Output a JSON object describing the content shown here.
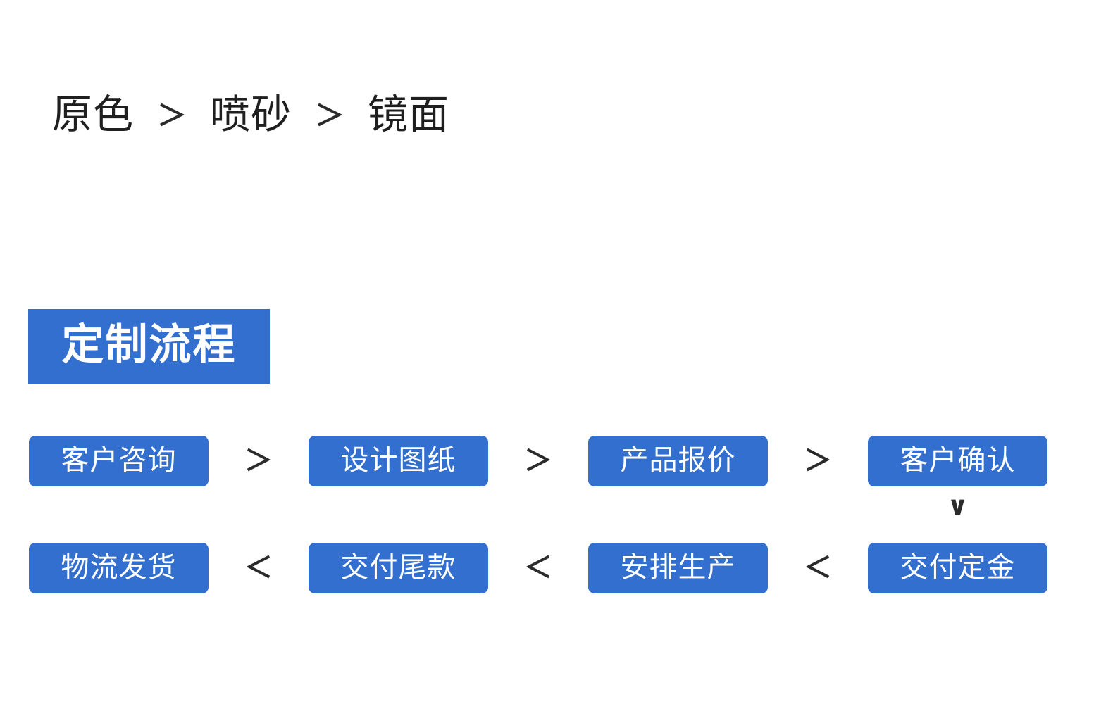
{
  "finish_options": {
    "items": [
      {
        "label": "原色"
      },
      {
        "label": "喷砂"
      },
      {
        "label": "镜面"
      }
    ],
    "separator": "＞"
  },
  "section": {
    "heading": "定制流程",
    "accent_color": "#336FCE",
    "heading_text_color": "#FFFFFF"
  },
  "flow": {
    "row1": {
      "steps": [
        {
          "label": "客户咨询"
        },
        {
          "label": "设计图纸"
        },
        {
          "label": "产品报价"
        },
        {
          "label": "客户确认"
        }
      ],
      "separator": "＞"
    },
    "row2": {
      "steps": [
        {
          "label": "物流发货"
        },
        {
          "label": "交付尾款"
        },
        {
          "label": "安排生产"
        },
        {
          "label": "交付定金"
        }
      ],
      "separator": "＜"
    },
    "down_connector": "∨"
  }
}
